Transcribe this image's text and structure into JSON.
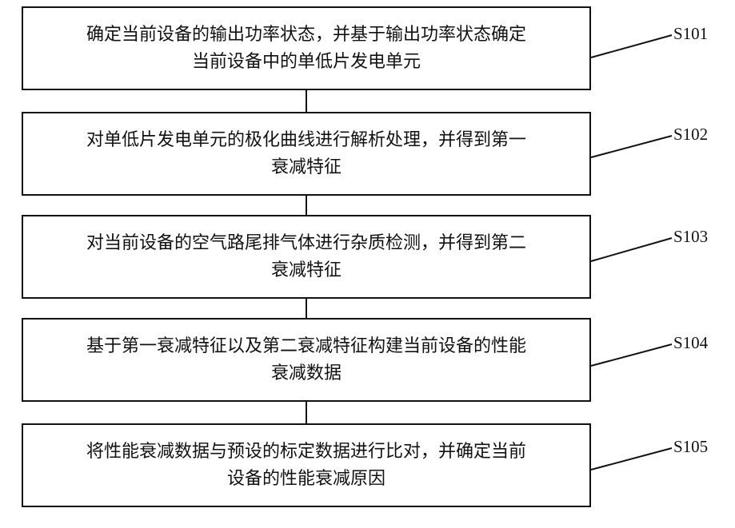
{
  "steps": [
    {
      "id": "S101",
      "text_line1": "确定当前设备的输出功率状态，并基于输出功率状态确定",
      "text_line2": "当前设备中的单低片发电单元"
    },
    {
      "id": "S102",
      "text_line1": "对单低片发电单元的极化曲线进行解析处理，并得到第一",
      "text_line2": "衰减特征"
    },
    {
      "id": "S103",
      "text_line1": "对当前设备的空气路尾排气体进行杂质检测，并得到第二",
      "text_line2": "衰减特征"
    },
    {
      "id": "S104",
      "text_line1": "基于第一衰减特征以及第二衰减特征构建当前设备的性能",
      "text_line2": "衰减数据"
    },
    {
      "id": "S105",
      "text_line1": "将性能衰减数据与预设的标定数据进行比对，并确定当前",
      "text_line2": "设备的性能衰减原因"
    }
  ],
  "colors": {
    "line": "#111111",
    "background": "#ffffff"
  }
}
